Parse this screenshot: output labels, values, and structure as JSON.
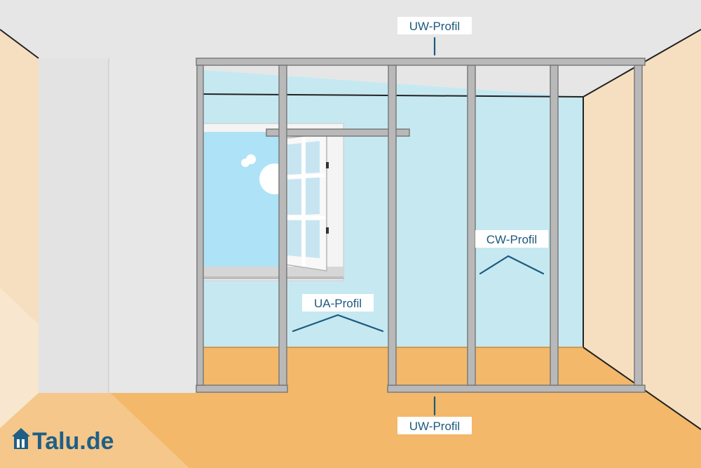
{
  "diagram": {
    "labels": {
      "uw_top": "UW-Profil",
      "uw_bottom": "UW-Profil",
      "cw": "CW-Profil",
      "ua": "UA-Profil"
    }
  },
  "logo": {
    "text": "Talu.de"
  },
  "colors": {
    "ceiling": "#e6e6e6",
    "side_wall": "#f6dfc0",
    "back_wall": "#c6e8f1",
    "floor": "#f3b869",
    "profile_metal": "#b9b9b9",
    "profile_edge": "#7a7a7a",
    "drywall": "#e1e1e1",
    "sky": "#aee2f6",
    "label_text": "#1c5a7d",
    "logo_text": "#1f5f86"
  }
}
